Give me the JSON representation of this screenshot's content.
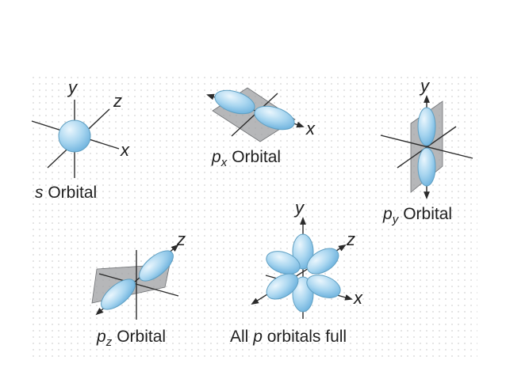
{
  "colors": {
    "lobe_light": "#eaf6fd",
    "lobe_mid": "#a9d6f0",
    "lobe_dark": "#6fb3de",
    "plane": "#9d9fa2",
    "axis": "#2b2b2b",
    "grid_dot": "#d2d2d2"
  },
  "panels": {
    "s": {
      "axes": {
        "y": "y",
        "z": "z",
        "x": "x"
      },
      "caption": {
        "symbol": "s",
        "word": "Orbital"
      }
    },
    "px": {
      "axes": {
        "x": "x"
      },
      "caption": {
        "symbol": "p",
        "sub": "x",
        "word": "Orbital"
      }
    },
    "py": {
      "axes": {
        "y": "y"
      },
      "caption": {
        "symbol": "p",
        "sub": "y",
        "word": "Orbital"
      }
    },
    "pz": {
      "axes": {
        "z": "z"
      },
      "caption": {
        "symbol": "p",
        "sub": "z",
        "word": "Orbital"
      }
    },
    "all": {
      "axes": {
        "y": "y",
        "z": "z",
        "x": "x"
      },
      "caption": {
        "prefix": "All",
        "symbol": "p",
        "word": "orbitals full"
      }
    }
  }
}
